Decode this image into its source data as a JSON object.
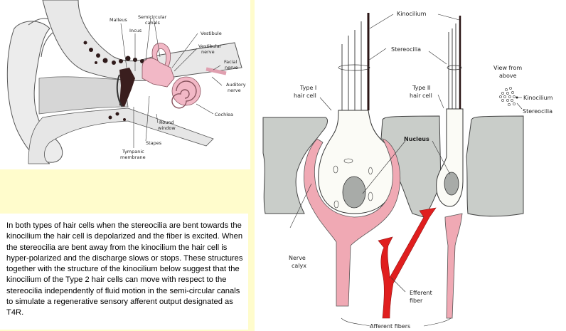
{
  "ear_diagram": {
    "labels": {
      "malleus": "Malleus",
      "semicircular_canals_1": "Semicircular",
      "semicircular_canals_2": "canals",
      "incus": "Incus",
      "vestibule": "Vestibule",
      "vestibular_nerve_1": "Vestibular",
      "vestibular_nerve_2": "nerve",
      "facial_nerve_1": "Facial",
      "facial_nerve_2": "nerve",
      "auditory_nerve_1": "Auditory",
      "auditory_nerve_2": "nerve",
      "cochlea": "Cochlea",
      "round_window_1": "Round",
      "round_window_2": "window",
      "stapes": "Stapes",
      "tympanic_membrane_1": "Tympanic",
      "tympanic_membrane_2": "membrane"
    },
    "colors": {
      "inner_ear": "#f2b8c6",
      "ossicles": "#3a1e1e",
      "shading": "#cfcfcf"
    }
  },
  "caption": {
    "text": "In both types of hair cells when the stereocilia are bent towards the kinocilium the hair cell is depolarized and the fiber is excited. When the stereocilia are bent away from the kinocilium the hair cell is hyper-polarized and the discharge slows or stops. These structures together with the structure of the kinocilium below suggest that the kinocilium of the Type 2 hair cells can move with respect to the stereocilia independently of fluid motion in the semi-circular canals to simulate a regenerative sensory afferent output designated as T4R."
  },
  "hair_cell_diagram": {
    "labels": {
      "kinocilium": "Kinocilium",
      "stereocilia": "Stereocilia",
      "type1_1": "Type I",
      "type1_2": "hair cell",
      "type2_1": "Type II",
      "type2_2": "hair cell",
      "view_from_above_1": "View from",
      "view_from_above_2": "above",
      "view_kinocilium": "Kinocilium",
      "view_stereocilia": "Stereocilia",
      "nucleus": "Nucleus",
      "nerve_calyx_1": "Nerve",
      "nerve_calyx_2": "calyx",
      "efferent_fiber_1": "Efferent",
      "efferent_fiber_2": "fiber",
      "afferent_fibers": "Afferent fibers"
    },
    "colors": {
      "tissue": "#c9cdc9",
      "calyx": "#f0a9b4",
      "efferent": "#e01e1e",
      "nucleus": "#a8aba8"
    }
  },
  "page": {
    "background": "#fffccc"
  }
}
